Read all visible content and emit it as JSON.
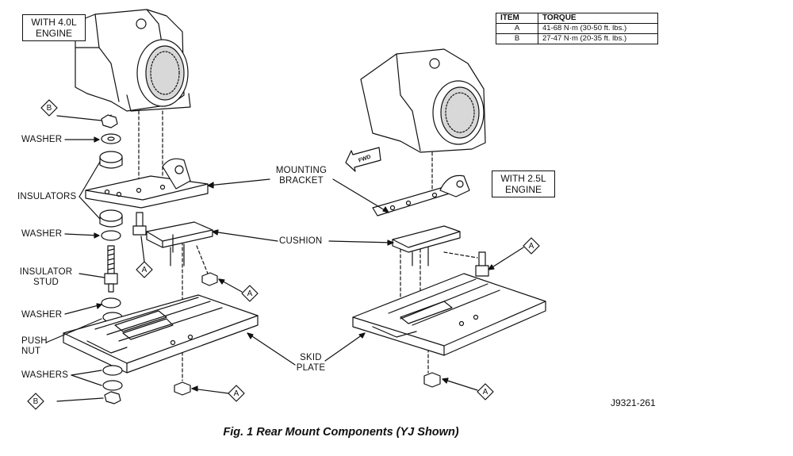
{
  "diagram": {
    "engine_40_label": "WITH 4.0L\nENGINE",
    "engine_25_label": "WITH 2.5L\nENGINE",
    "labels": {
      "washer_top": "WASHER",
      "insulators": "INSULATORS",
      "washer_mid": "WASHER",
      "insulator_stud": "INSULATOR\nSTUD",
      "washer_low": "WASHER",
      "push_nut": "PUSH\nNUT",
      "washers": "WASHERS",
      "mounting_bracket": "MOUNTING\nBRACKET",
      "cushion": "CUSHION",
      "skid_plate": "SKID\nPLATE"
    },
    "callout_a": "A",
    "callout_b": "B",
    "fwd_label": "FWD",
    "identifier": "J9321-261",
    "caption": "Fig. 1 Rear Mount Components (YJ Shown)"
  },
  "torque_table": {
    "headers": [
      "ITEM",
      "TORQUE"
    ],
    "rows": [
      {
        "item": "A",
        "torque": "41-68 N·m (30-50 ft. lbs.)"
      },
      {
        "item": "B",
        "torque": "27-47 N·m (20-35 ft. lbs.)"
      }
    ]
  }
}
